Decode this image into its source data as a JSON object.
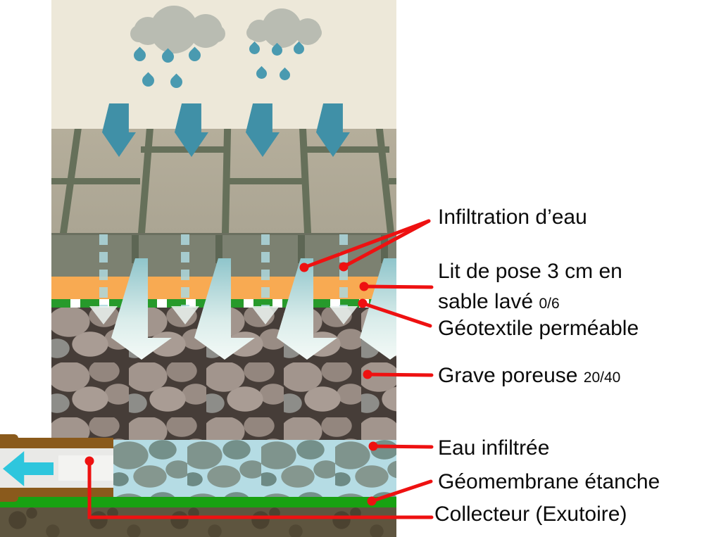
{
  "figure": {
    "kind": "cross-section diagram of a permeable paving / infiltration structure",
    "language": "French"
  },
  "labels": {
    "infiltration": {
      "text": "Infiltration d’eau"
    },
    "lit_de_pose": {
      "line1": "Lit de pose 3 cm en",
      "line2": "sable lavé",
      "grade": "0/6"
    },
    "geotextile": {
      "text": "Géotextile perméable"
    },
    "grave": {
      "text": "Grave poreuse",
      "grade": "20/40"
    },
    "eau": {
      "text": "Eau infiltrée"
    },
    "geomembrane": {
      "text": "Géomembrane étanche"
    },
    "collecteur": {
      "text": "Collecteur (Exutoire)"
    }
  },
  "colors": {
    "sky": "#ede8d9",
    "cloud": "#b9bcb2",
    "rain_teal": "#4a9ab0",
    "arrow_teal": "#4090a7",
    "paver_surface": "#b2ab98",
    "paver_joint": "#66705a",
    "paver_face": "#7c8171",
    "sand_orange": "#f8aa52",
    "geotextile_green": "#279a2b",
    "gravel_dark": "#463d38",
    "gravel_stone": "#a2958d",
    "stored_water_blue": "#b5dce4",
    "water_stone": "#7f948d",
    "membrane_green": "#18a212",
    "soil_brown": "#5e553f",
    "pipe_brown": "#8a5a1c",
    "pipe_inner": "#e9e9e7",
    "pipe_flow_cyan": "#2ec6dd",
    "callout_red": "#ee1111",
    "label_text": "#0b0b0b"
  }
}
